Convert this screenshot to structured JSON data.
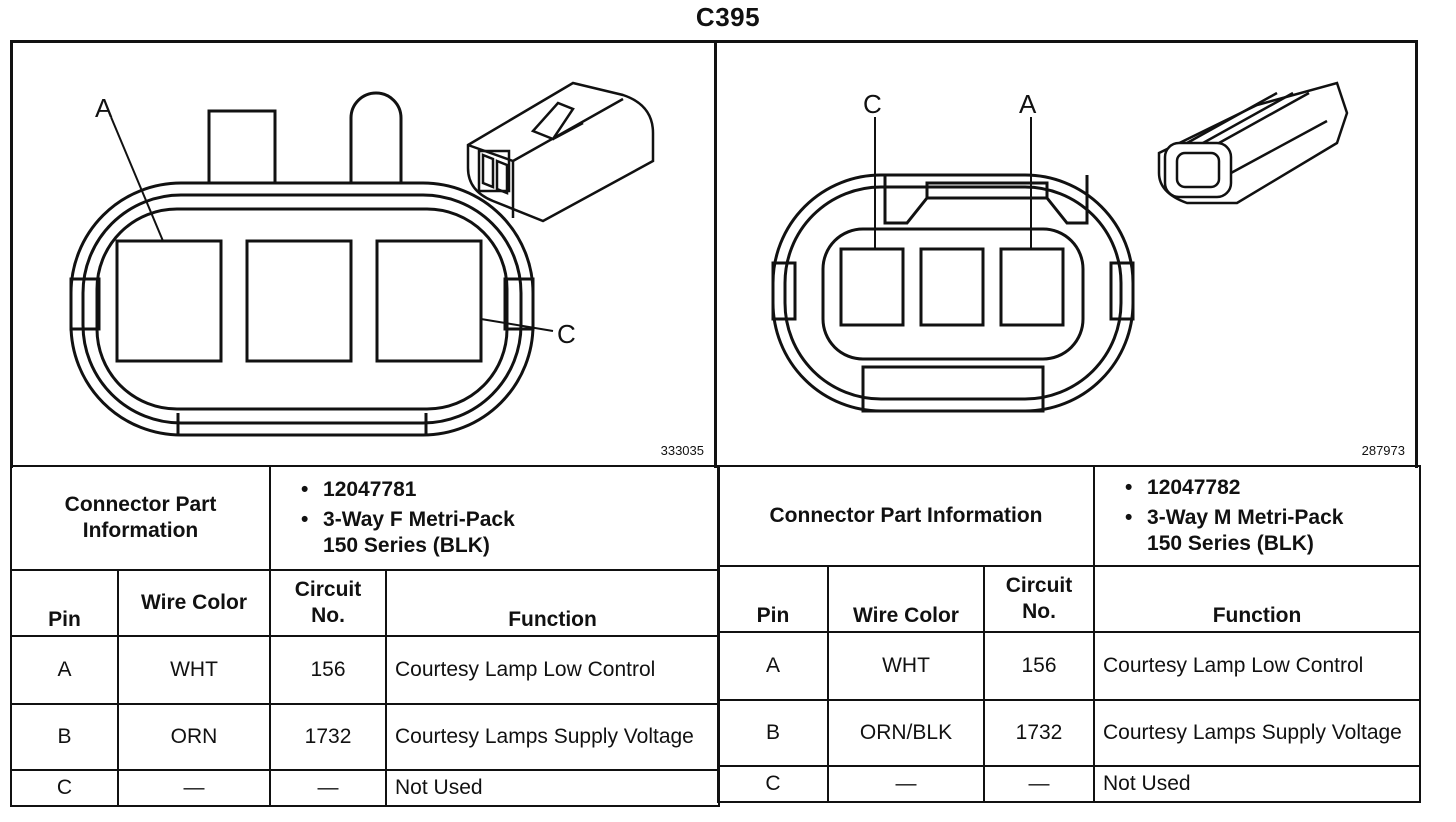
{
  "title": "C395",
  "left": {
    "figure_number": "333035",
    "callouts": {
      "a": "A",
      "c": "C"
    },
    "part_info_label": "Connector Part Information",
    "part_number": "12047781",
    "description_line1": "3-Way F Metri-Pack",
    "description_line2": "150 Series (BLK)",
    "headers": {
      "pin": "Pin",
      "wire_color": "Wire Color",
      "circuit": "Circuit No.",
      "function": "Function"
    },
    "rows": [
      {
        "pin": "A",
        "wire": "WHT",
        "circuit": "156",
        "function": "Courtesy Lamp Low Control"
      },
      {
        "pin": "B",
        "wire": "ORN",
        "circuit": "1732",
        "function": "Courtesy Lamps Supply Voltage"
      },
      {
        "pin": "C",
        "wire": "—",
        "circuit": "—",
        "function": "Not Used"
      }
    ]
  },
  "right": {
    "figure_number": "287973",
    "callouts": {
      "a": "A",
      "c": "C"
    },
    "part_info_label": "Connector Part Information",
    "part_number": "12047782",
    "description_line1": "3-Way M Metri-Pack",
    "description_line2": "150 Series (BLK)",
    "headers": {
      "pin": "Pin",
      "wire_color": "Wire Color",
      "circuit": "Circuit No.",
      "function": "Function"
    },
    "rows": [
      {
        "pin": "A",
        "wire": "WHT",
        "circuit": "156",
        "function": "Courtesy Lamp Low Control"
      },
      {
        "pin": "B",
        "wire": "ORN/BLK",
        "circuit": "1732",
        "function": "Courtesy Lamps Supply Voltage"
      },
      {
        "pin": "C",
        "wire": "—",
        "circuit": "—",
        "function": "Not Used"
      }
    ]
  }
}
